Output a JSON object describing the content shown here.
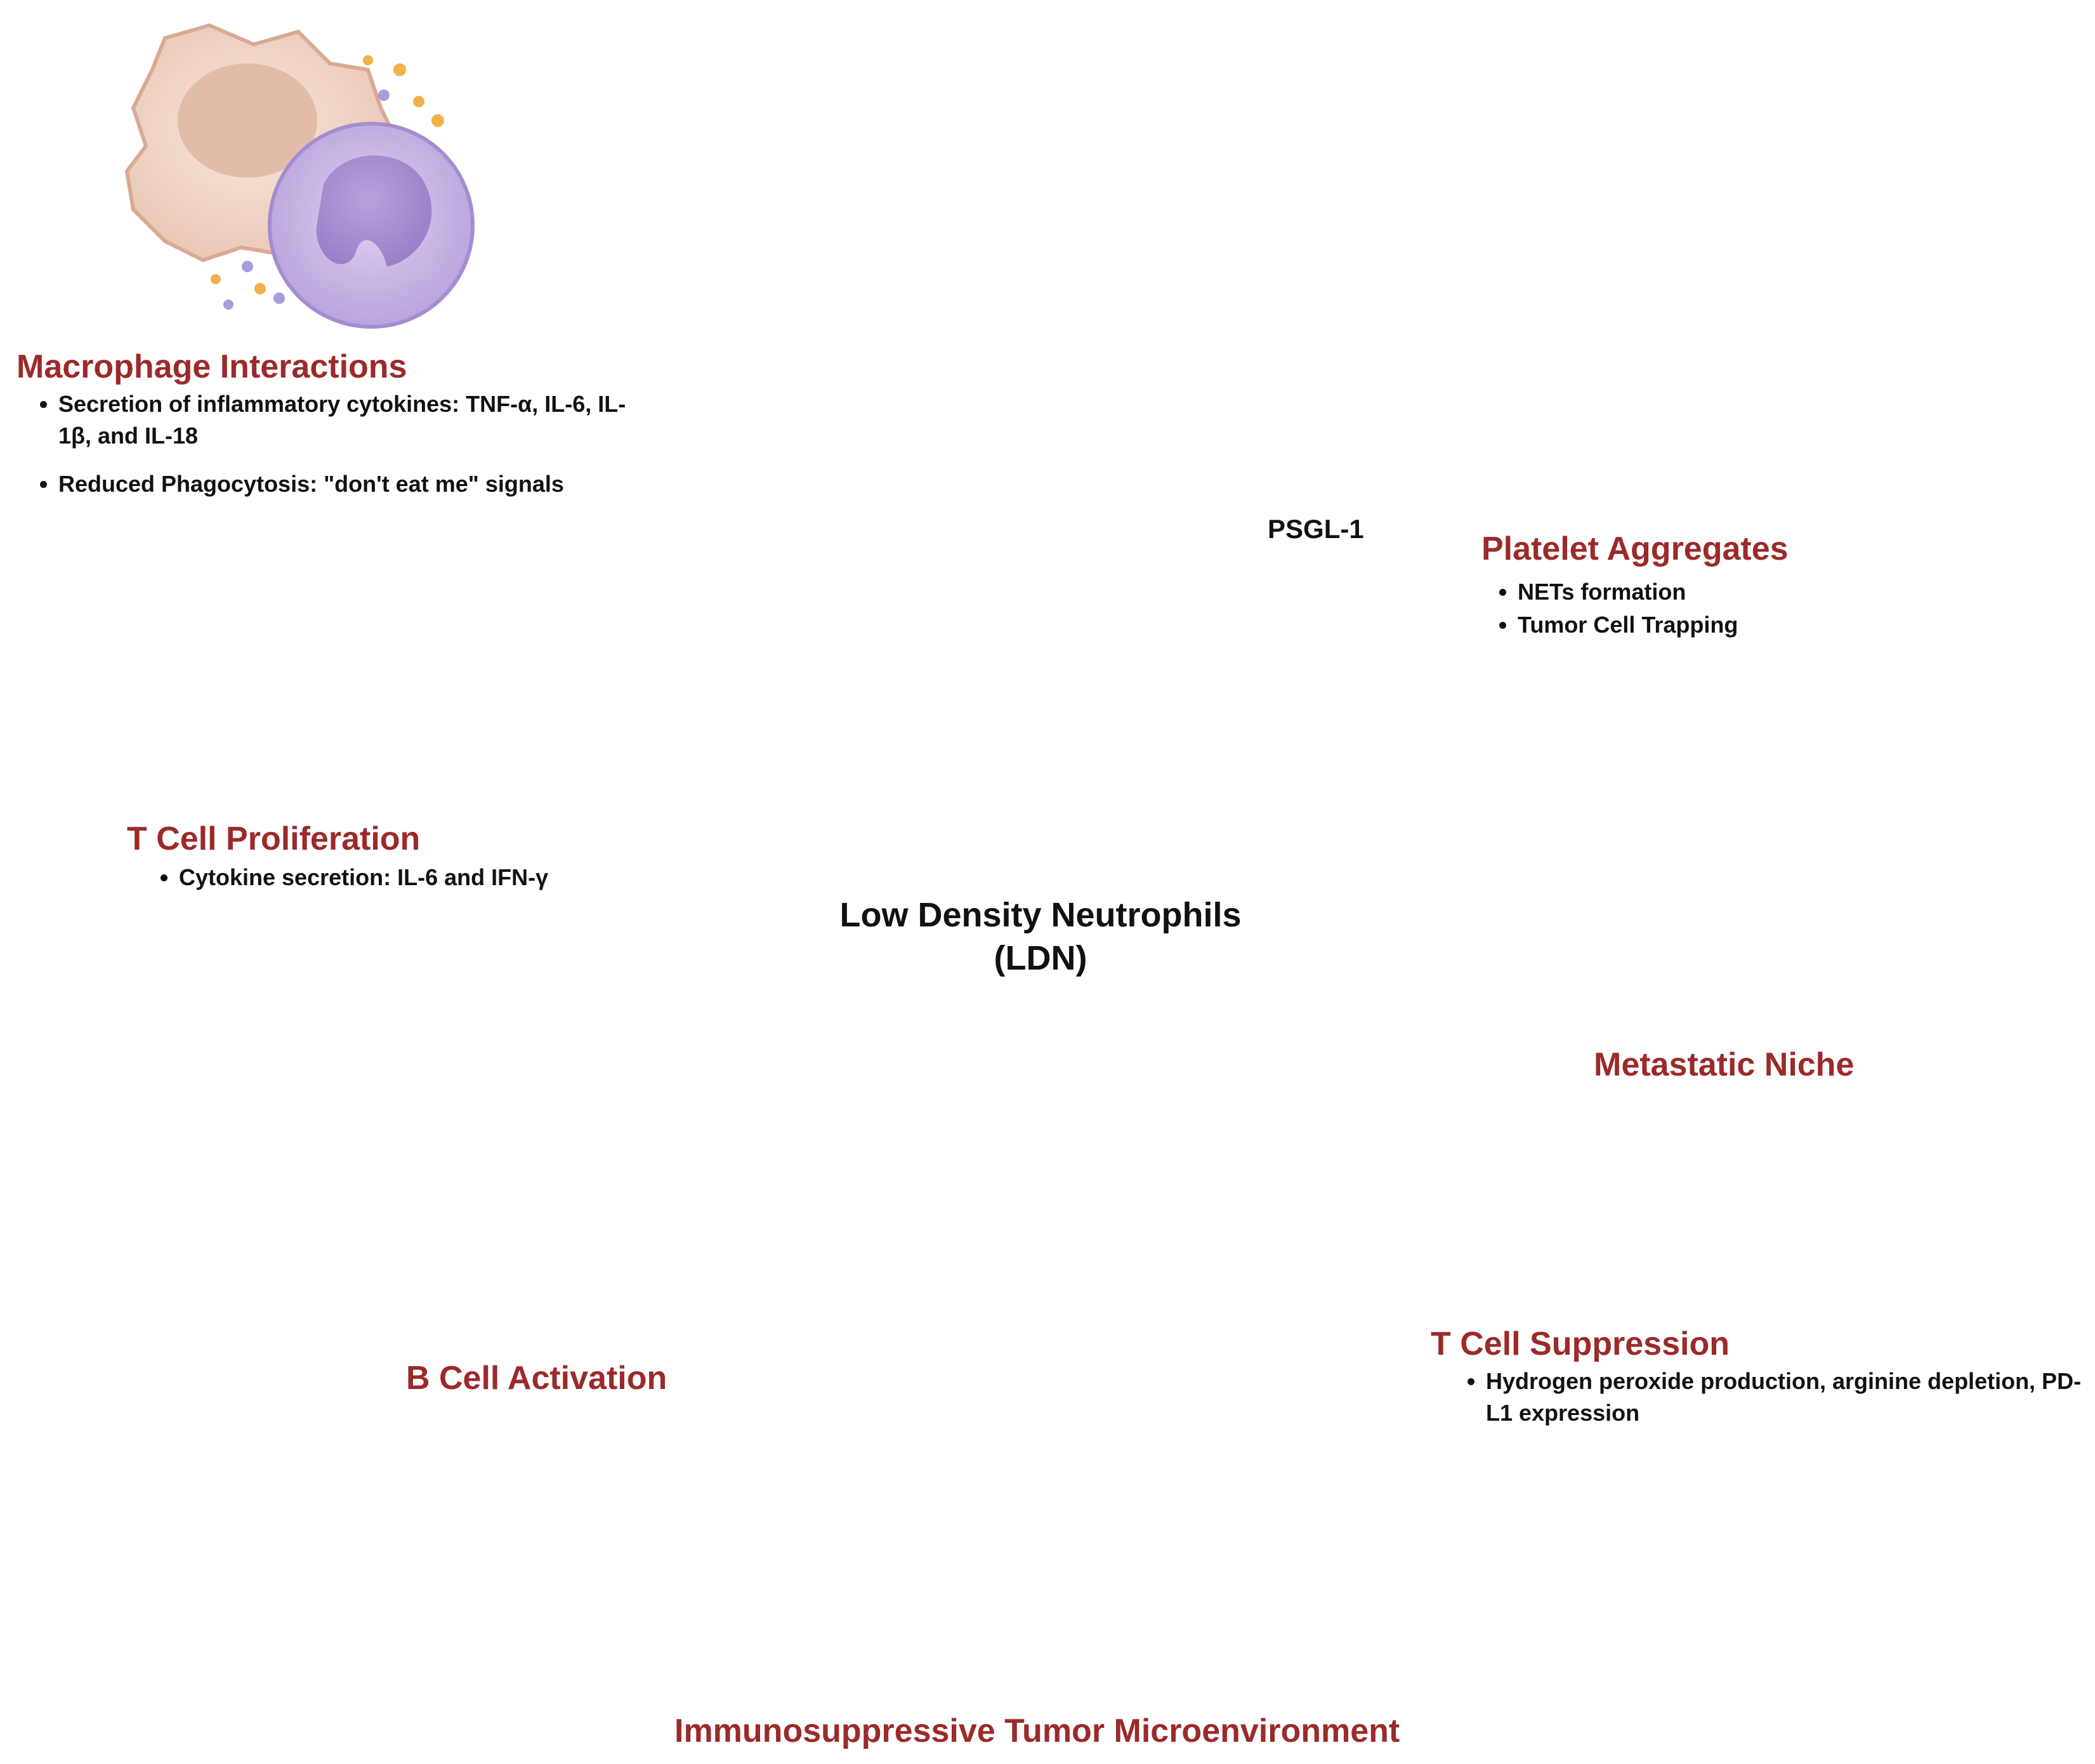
{
  "center": {
    "line1": "Low Density Neutrophils",
    "line2": "(LDN)"
  },
  "receptor_label": "PSGL-1",
  "macrophage": {
    "title": "Macrophage Interactions",
    "bullets": [
      "Secretion of inflammatory cytokines: TNF-α, IL-6, IL-1β, and IL-18",
      "Reduced Phagocytosis: \"don't eat me\" signals"
    ]
  },
  "tcell_prolif": {
    "title": "T Cell Proliferation",
    "bullets": [
      "Cytokine secretion: IL-6 and IFN-γ"
    ]
  },
  "bcell": {
    "title": "B Cell Activation"
  },
  "tumor": {
    "title": "Immunosuppressive Tumor Microenvironment"
  },
  "platelet": {
    "title": "Platelet Aggregates",
    "bullets": [
      "NETs formation",
      "Tumor Cell Trapping"
    ]
  },
  "niche": {
    "title": "Metastatic Niche"
  },
  "tcell_supp": {
    "title": "T Cell Suppression",
    "bullets": [
      "Hydrogen peroxide production, arginine depletion, PD-L1 expression"
    ]
  },
  "colors": {
    "title_red": "#9b2a2a",
    "arrow_navy": "#243763",
    "neutrophil": "#c9b6e4"
  }
}
